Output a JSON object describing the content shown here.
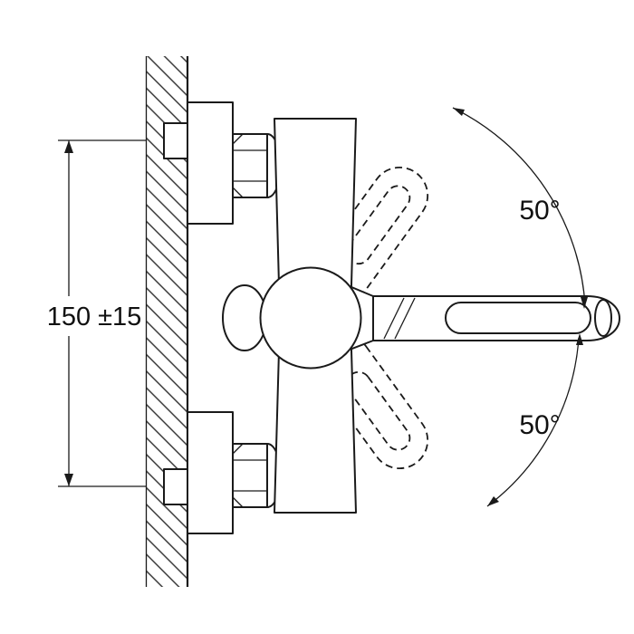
{
  "diagram": {
    "background_color": "#ffffff",
    "line_color": "#1a1a1a",
    "labels": {
      "mounting_distance": "150 ±15",
      "handle_angle_up": "50°",
      "handle_angle_down": "50°"
    }
  }
}
